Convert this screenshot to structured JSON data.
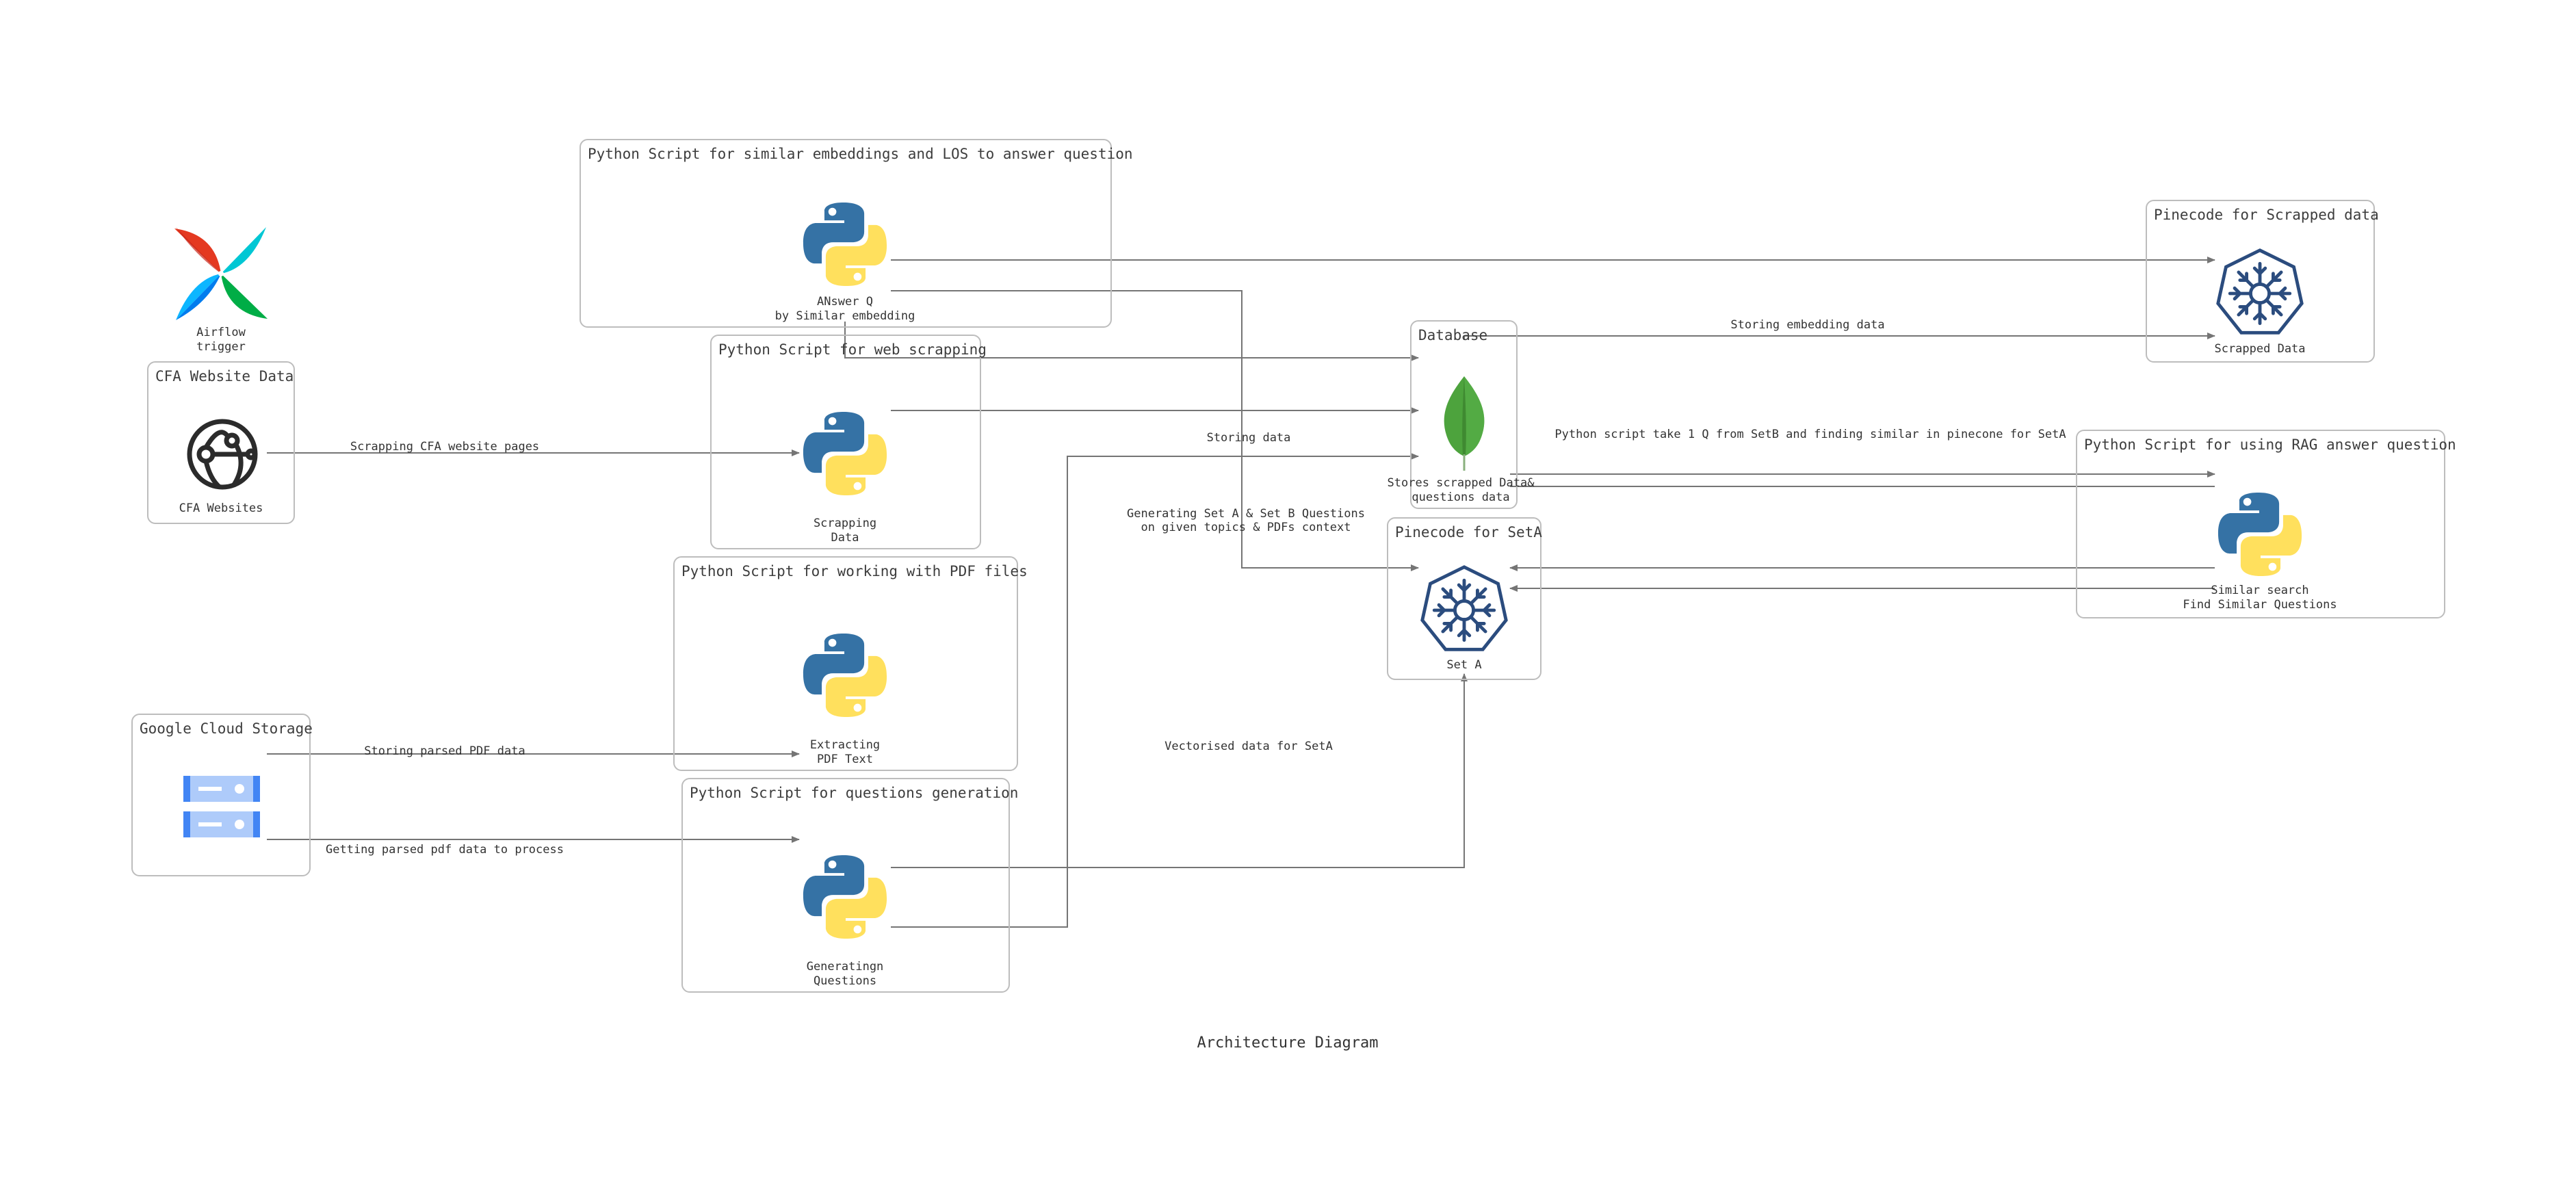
{
  "diagram": {
    "title": "Architecture Diagram",
    "clusters": {
      "answer_script": "Python Script for similar embeddings and LOS to answer question",
      "web_script": "Python Script for web scrapping",
      "pdf_script": "Python Script for working with PDF files",
      "questions_script": "Python Script for questions generation",
      "cfa_website": "CFA Website Data",
      "gcs": "Google Cloud Storage",
      "database": "Database",
      "pinecone_seta": "Pinecode for SetA",
      "pinecone_scrapped": "Pinecode for Scrapped data",
      "rag_script": "Python Script for using RAG answer question"
    },
    "nodes": {
      "airflow": [
        "Airflow",
        "trigger"
      ],
      "answer_q": [
        "ANswer Q",
        "by Similar embedding"
      ],
      "scrapping": [
        "Scrapping",
        "Data"
      ],
      "extracting": [
        "Extracting",
        "PDF Text"
      ],
      "generating": [
        "Generatingn",
        "Questions"
      ],
      "cfa_websites": "CFA Websites",
      "mongodb": [
        "Stores scrapped Data&",
        "questions data"
      ],
      "set_a": "Set A",
      "scrapped_data": "Scrapped Data",
      "similar_search": [
        "Similar search",
        "Find Similar Questions"
      ]
    },
    "edges": {
      "scrapping_cfa": "Scrapping CFA website pages",
      "storing_pdf": "Storing parsed PDF data",
      "getting_pdf": "Getting parsed pdf data to process",
      "storing_data": "Storing data",
      "generating_sets": [
        "Generating Set A & Set B Questions",
        "on given topics & PDFs context"
      ],
      "vectorised": "Vectorised data for SetA",
      "storing_embedding": "Storing embedding data",
      "python_take": "Python script take 1 Q from SetB and finding similar in pinecone for SetA"
    }
  },
  "colors": {
    "python_blue": "#3572A5",
    "python_yellow": "#FFE05D",
    "mongodb_green": "#4DA33D",
    "pinecone_navy": "#2B4C7E",
    "gcs_blue": "#4285F4",
    "edge_gray": "#757575"
  },
  "icons": {
    "python": "python-icon",
    "airflow": "airflow-pinwheel-icon",
    "globe": "globe-network-icon",
    "storage": "cloud-storage-icon",
    "mongodb": "mongodb-leaf-icon",
    "pinecone": "helm-wheel-icon"
  }
}
